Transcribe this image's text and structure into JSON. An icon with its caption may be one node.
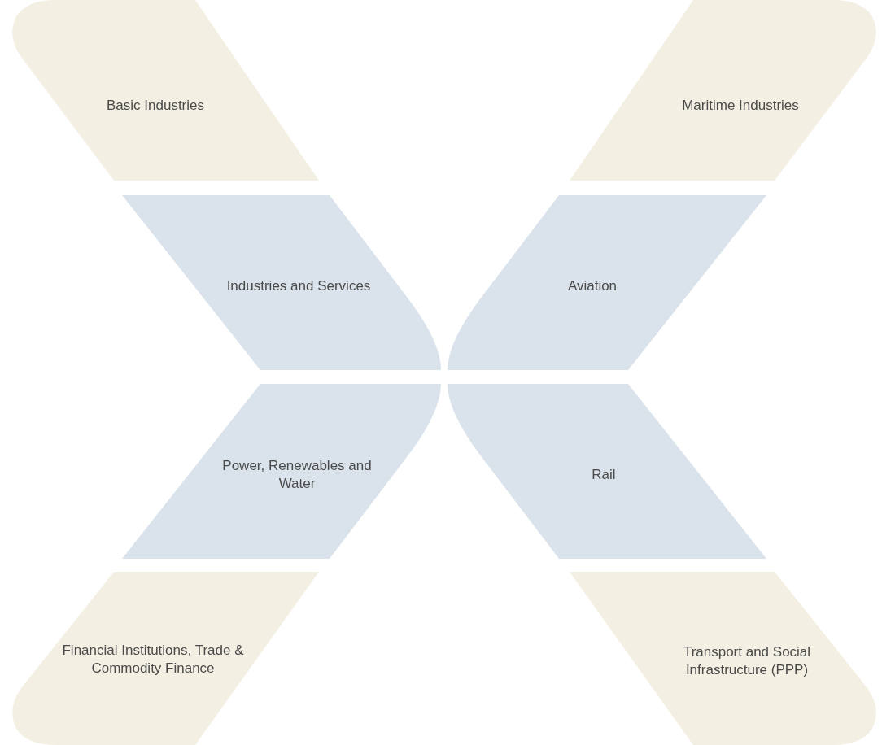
{
  "diagram": {
    "nodes": [
      {
        "text": [
          "Basic Industries"
        ]
      },
      {
        "text": [
          "Industries and Services"
        ]
      },
      {
        "text": [
          "Power, Renewables and Water"
        ]
      },
      {
        "text": [
          "Financial Institutions, Trade & Commodity Finance"
        ]
      },
      {
        "text": [
          "Maritime Industries"
        ]
      },
      {
        "text": [
          "Aviation"
        ]
      },
      {
        "text": [
          "Rail"
        ]
      },
      {
        "text": [
          "Transport and Social Infrastructure (PPP)"
        ]
      }
    ]
  }
}
